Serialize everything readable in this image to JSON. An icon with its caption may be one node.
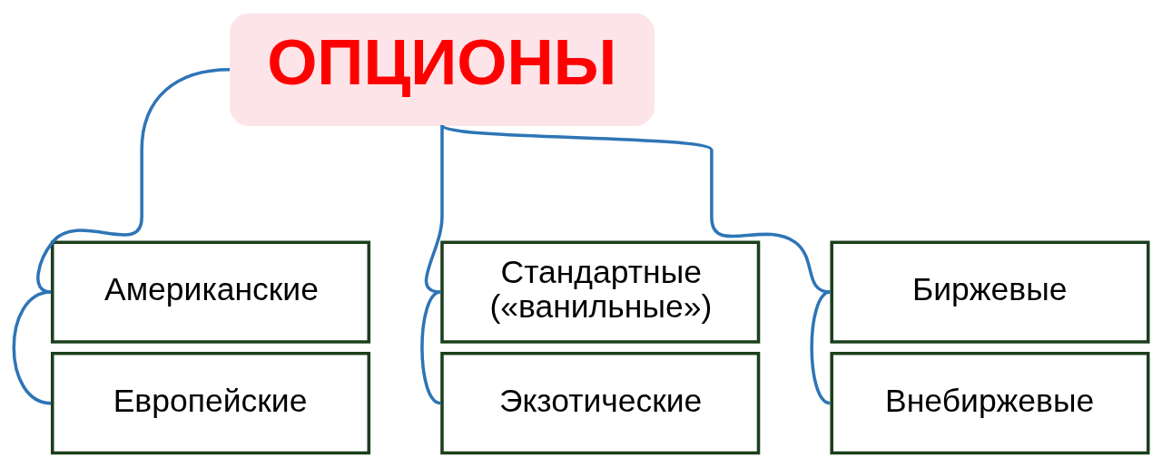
{
  "diagram": {
    "nodes": [
      {
        "text": [
          "ОПЦИОНЫ"
        ]
      },
      {
        "text": [
          "Американские"
        ]
      },
      {
        "text": [
          "Европейские"
        ]
      },
      {
        "text": [
          "Стандартные («ванильные»)"
        ]
      },
      {
        "text": [
          "Экзотические"
        ]
      },
      {
        "text": [
          "Биржевые"
        ]
      },
      {
        "text": [
          "Внебиржевые"
        ]
      }
    ],
    "edges": [
      {
        "from": 0,
        "to": 1,
        "arrow": "none"
      },
      {
        "from": 1,
        "to": 2,
        "arrow": "none"
      },
      {
        "from": 0,
        "to": 3,
        "arrow": "none"
      },
      {
        "from": 3,
        "to": 4,
        "arrow": "none"
      },
      {
        "from": 0,
        "to": 5,
        "arrow": "none"
      },
      {
        "from": 5,
        "to": 6,
        "arrow": "none"
      }
    ]
  }
}
